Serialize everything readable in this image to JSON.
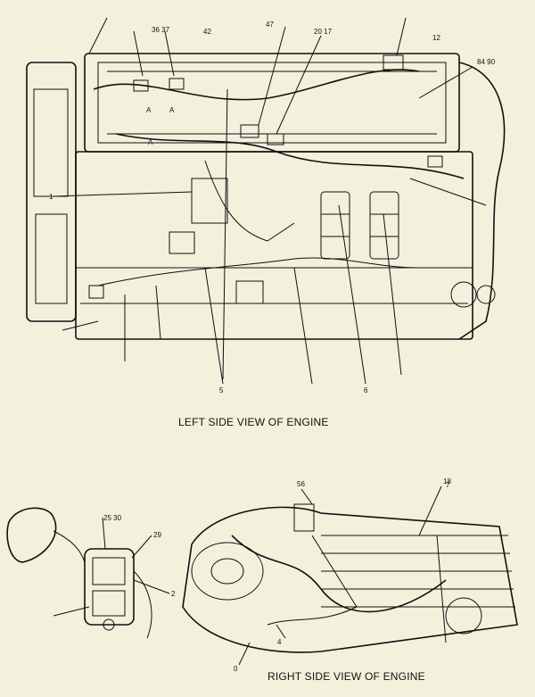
{
  "captions": {
    "left_view": "LEFT SIDE VIEW OF ENGINE",
    "right_view": "RIGHT SIDE VIEW OF ENGINE"
  },
  "callouts": {
    "c_a": "A",
    "c_a2": "A",
    "c_a3": "A",
    "c_1": "1",
    "c_5": "5",
    "c_6": "6",
    "c_12": "12",
    "c_2": "2",
    "c_4": "4",
    "c_7": "7",
    "c_18": "18",
    "c_0": "0",
    "c_84_90": "84 90",
    "c_36_37": "36 37",
    "c_42": "42",
    "c_47": "47",
    "c_20_17": "20 17",
    "c_25_30": "25 30",
    "c_56": "56",
    "c_29": "29"
  }
}
